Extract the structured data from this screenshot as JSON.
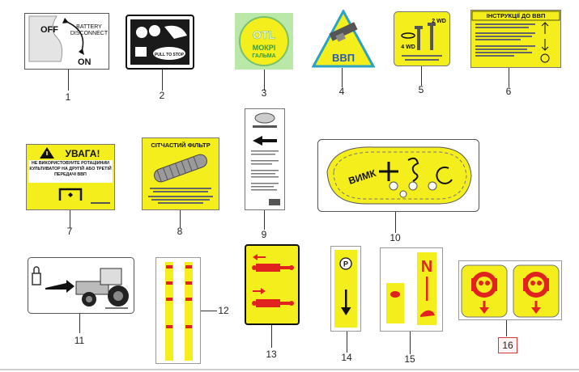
{
  "decals": {
    "d1": {
      "num": "1",
      "off": "OFF",
      "on": "ON",
      "line1": "BATTERY",
      "line2": "DISCONNECT"
    },
    "d2": {
      "num": "2",
      "pull": "PULL TO STOP"
    },
    "d3": {
      "num": "3",
      "brand": "ОТL",
      "line1": "МОКРІ",
      "line2": "ГАЛЬМА"
    },
    "d4": {
      "num": "4",
      "label": "ВВП"
    },
    "d5": {
      "num": "5",
      "left": "4 WD",
      "right": "2 WD"
    },
    "d6": {
      "num": "6",
      "title": "ІНСТРУКЦІЇ ДО ВВП"
    },
    "d7": {
      "num": "7",
      "title": "УВАГА!",
      "body": "НЕ ВИКОРИСТОВУЙТЕ РОТАЦІЙНИЙ КУЛЬТИВАТОР НА ДРУГІЙ АБО ТРЕТІЙ ПЕРЕДАЧІ ВВП"
    },
    "d8": {
      "num": "8",
      "title": "СІТЧАСТИЙ ФІЛЬТР"
    },
    "d9": {
      "num": "9"
    },
    "d10": {
      "num": "10",
      "label": "ВИМК"
    },
    "d11": {
      "num": "11"
    },
    "d12": {
      "num": "12"
    },
    "d13": {
      "num": "13"
    },
    "d14": {
      "num": "14",
      "p": "P"
    },
    "d15": {
      "num": "15",
      "n": "N"
    },
    "d16": {
      "num": "16"
    }
  },
  "colors": {
    "yellow": "#f4ee1c",
    "red": "#e0231f",
    "highlight": "#d23a3a"
  }
}
